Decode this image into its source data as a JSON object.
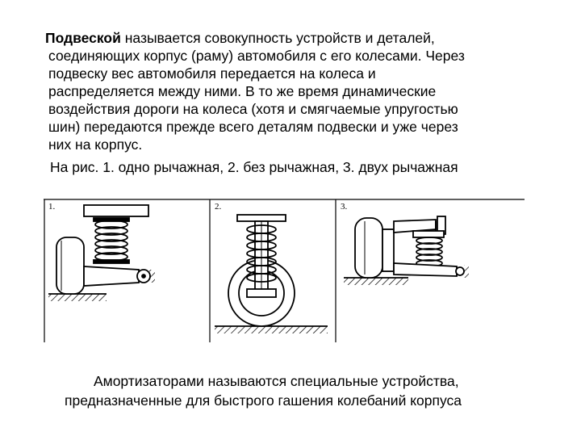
{
  "intro": {
    "term": "Подвеской",
    "rest_first_line": " называется совокупность устройств и деталей,",
    "lines": [
      "соединяющих корпус (раму) автомобиля с его колесами. Через",
      "подвеску вес автомобиля передается на колеса и",
      "распределяется между ними. В то же время динамические",
      "воздействия дороги на колеса (хотя и смягчаемые упругостью",
      "шин) передаются прежде всего деталям подвески и уже через",
      "них на корпус."
    ]
  },
  "figure": {
    "caption": "На рис. 1. одно рычажная, 2. без рычажная, 3. двух рычажная",
    "panel_labels": [
      "1.",
      "2.",
      "3."
    ]
  },
  "bottom": {
    "line1": "Амортизаторами называются специальные устройства,",
    "line2": "предназначенные для  быстрого гашения колебаний корпуса"
  }
}
